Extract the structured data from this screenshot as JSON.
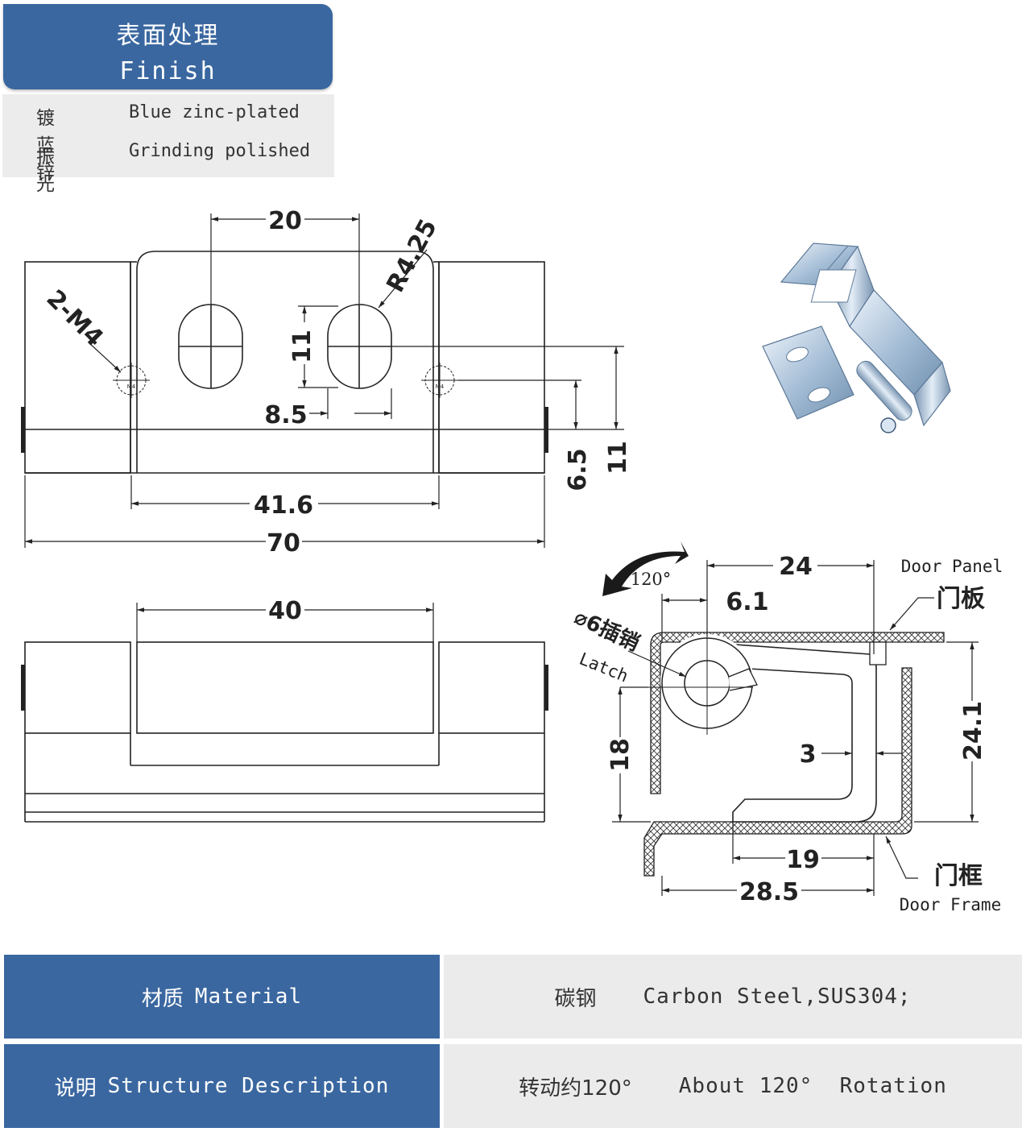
{
  "finish": {
    "title_zh": "表面处理",
    "title_en": "Finish",
    "rows": [
      {
        "zh": "镀蓝锌",
        "en": "Blue zinc-plated"
      },
      {
        "zh": "振光",
        "en": "Grinding polished"
      }
    ]
  },
  "drawing": {
    "front_view": {
      "dims": [
        "20",
        "R4.25",
        "2-M4",
        "11",
        "8.5",
        "6.5",
        "11",
        "41.6",
        "70"
      ],
      "thread_label": "M4"
    },
    "bottom_view": {
      "dims": [
        "40"
      ]
    },
    "side_view": {
      "rotation": "120°",
      "latch_zh": "⌀6插销",
      "latch_en": "Latch",
      "door_panel_en": "Door Panel",
      "door_panel_zh": "门板",
      "door_frame_zh": "门框",
      "door_frame_en": "Door Frame",
      "dims": [
        "24",
        "6.1",
        "18",
        "3",
        "24.1",
        "19",
        "28.5"
      ]
    }
  },
  "table": {
    "rows": [
      {
        "label_zh": "材质",
        "label_en": "Material",
        "value_zh": "碳钢",
        "value_en": "Carbon Steel,SUS304;"
      },
      {
        "label_zh": "说明",
        "label_en": "Structure Description",
        "value_zh": "转动约120°",
        "value_en": "About 120°  Rotation"
      }
    ]
  },
  "colors": {
    "header_blue": "#3a67a0",
    "cell_grey": "#ebebeb",
    "finish_grey": "#ececec"
  }
}
